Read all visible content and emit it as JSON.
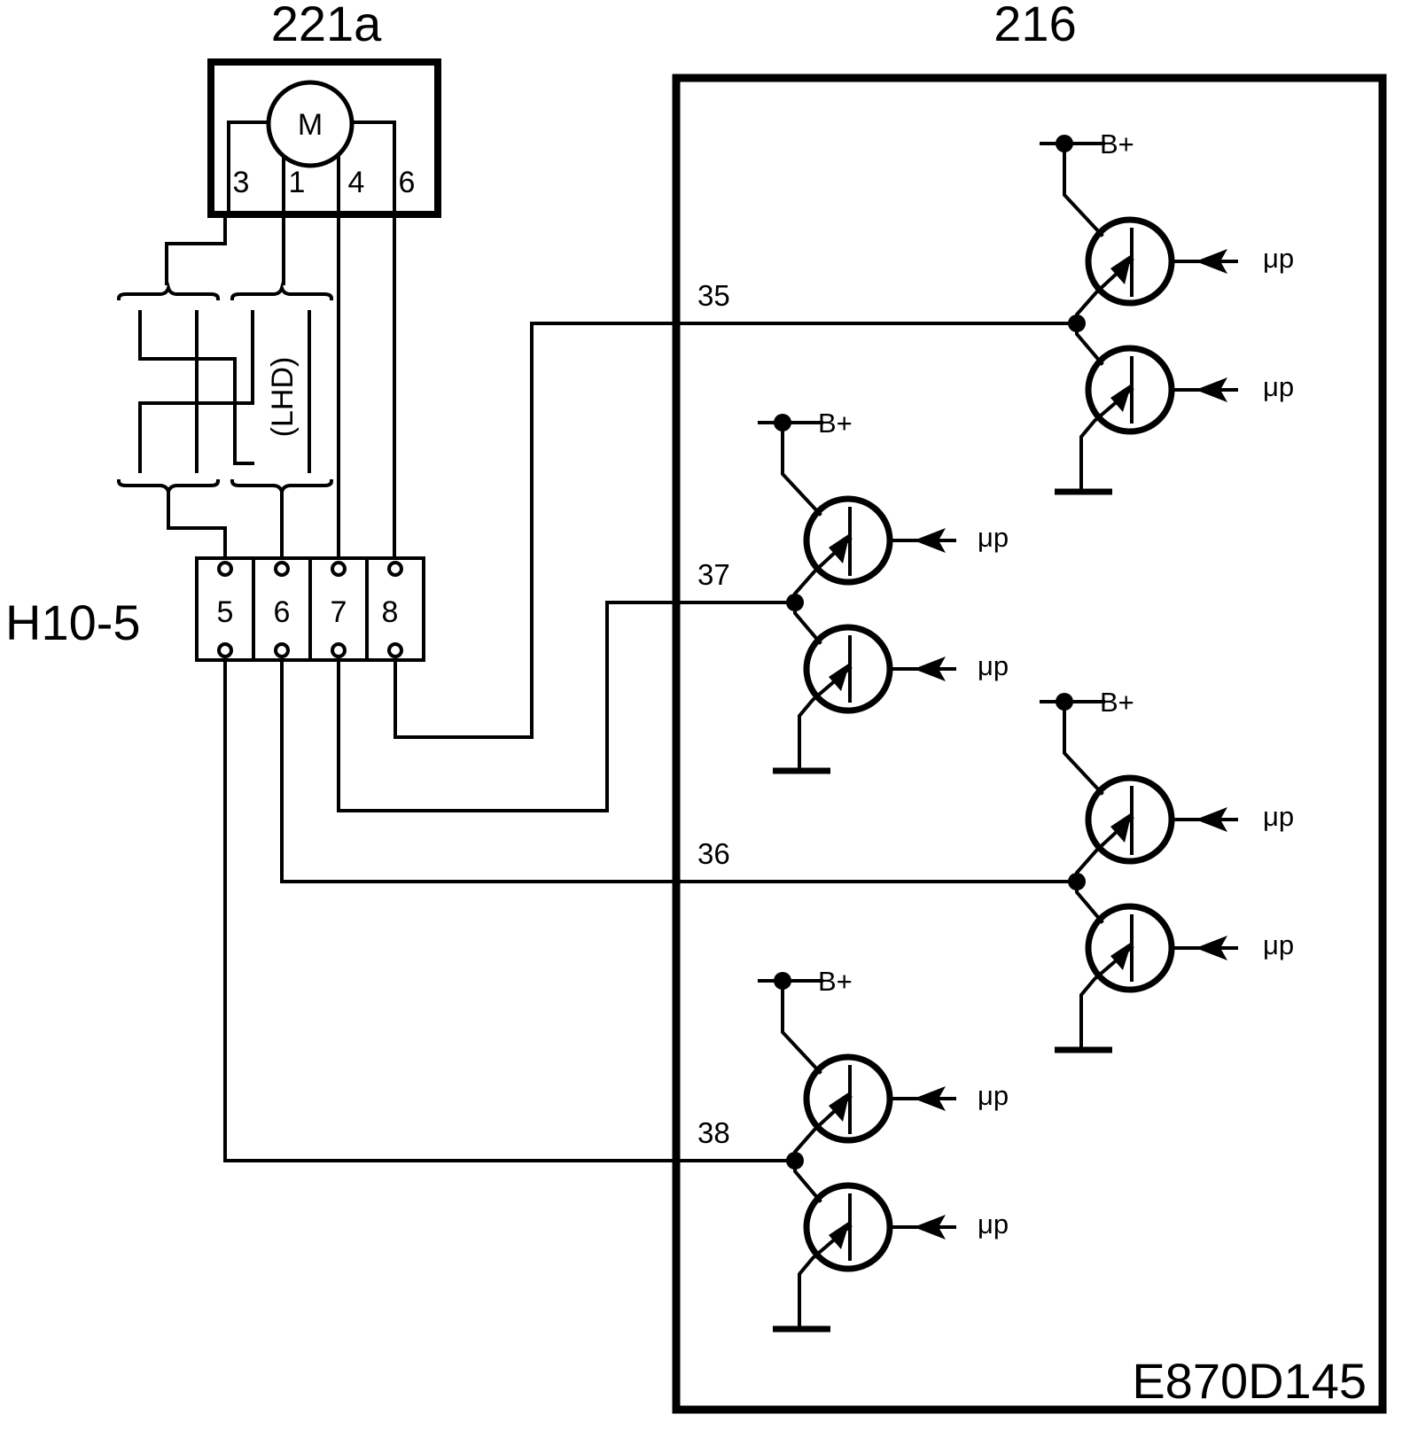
{
  "motor_component": {
    "label": "221a",
    "symbol": "M",
    "pins": [
      "3",
      "1",
      "4",
      "6"
    ]
  },
  "control_module": {
    "label": "216",
    "code": "E870D145"
  },
  "connector": {
    "label": "H10-5",
    "pins": [
      "5",
      "6",
      "7",
      "8"
    ]
  },
  "variant_label": "(LHD)",
  "circuits": [
    {
      "terminal": "35",
      "supply": "B+",
      "control_high": "μp",
      "control_low": "μp"
    },
    {
      "terminal": "37",
      "supply": "B+",
      "control_high": "μp",
      "control_low": "μp"
    },
    {
      "terminal": "36",
      "supply": "B+",
      "control_high": "μp",
      "control_low": "μp"
    },
    {
      "terminal": "38",
      "supply": "B+",
      "control_high": "μp",
      "control_low": "μp"
    }
  ],
  "colors": {
    "line": "#000000",
    "background": "#ffffff"
  }
}
